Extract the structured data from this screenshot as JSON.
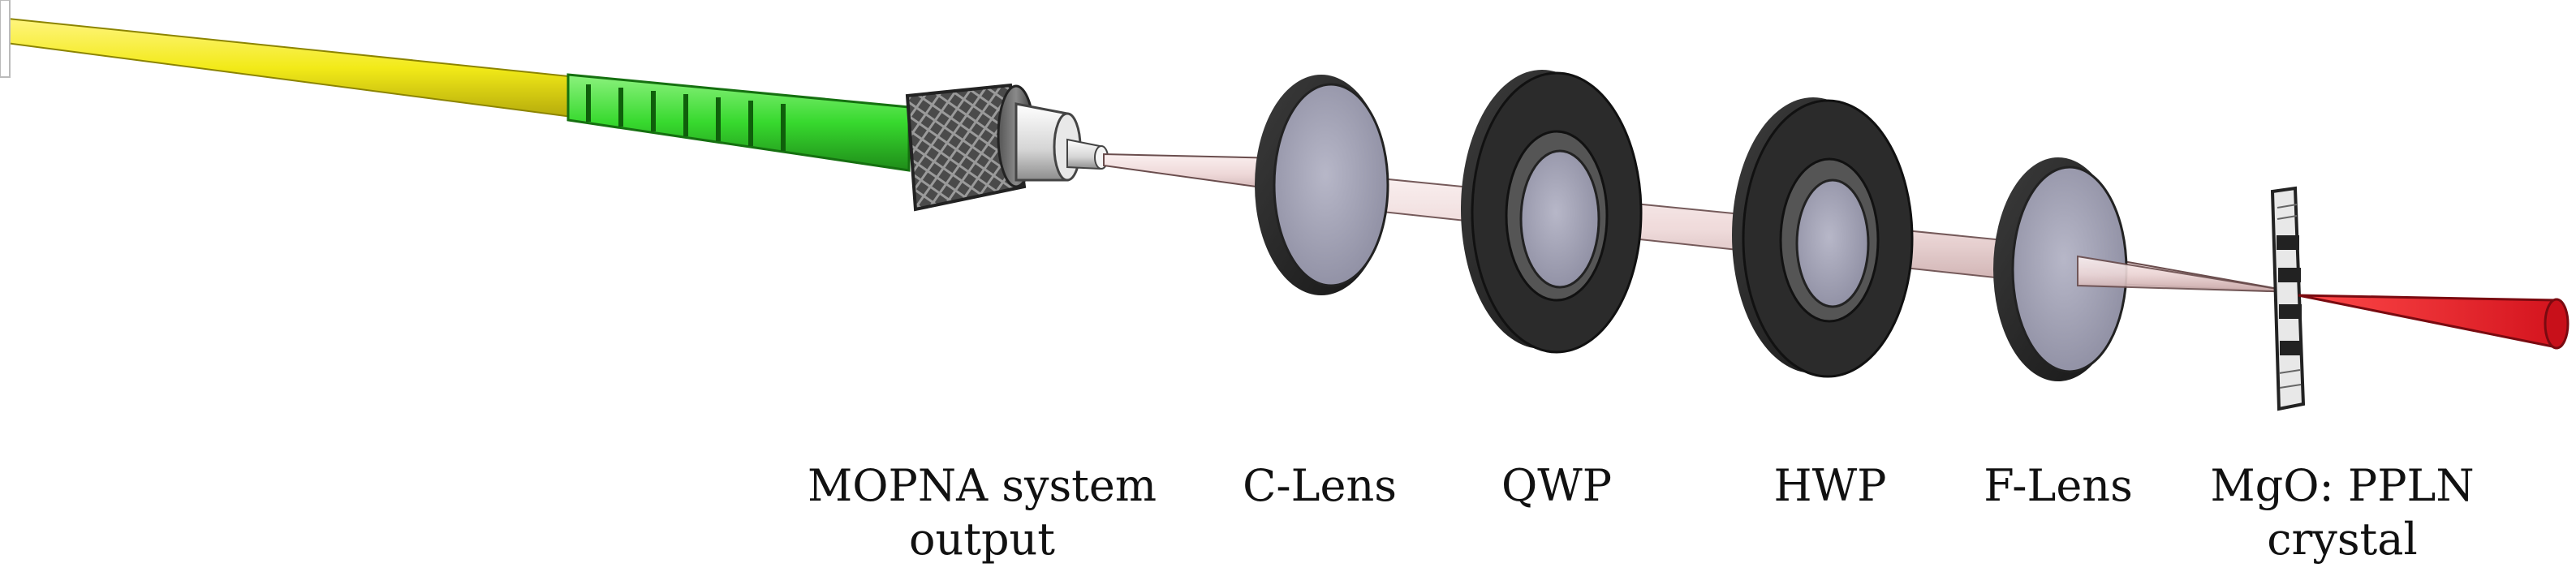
{
  "components": [
    {
      "id": "fiber",
      "lines": [
        "MOPNA system",
        "output"
      ],
      "color": "#f2ea18"
    },
    {
      "id": "c-lens",
      "lines": [
        "C-Lens"
      ],
      "color": "#9a9aac"
    },
    {
      "id": "qwp",
      "lines": [
        "QWP"
      ],
      "color": "#2e2e2e"
    },
    {
      "id": "hwp",
      "lines": [
        "HWP"
      ],
      "color": "#2e2e2e"
    },
    {
      "id": "f-lens",
      "lines": [
        "F-Lens"
      ],
      "color": "#9a9aac"
    },
    {
      "id": "crystal",
      "lines": [
        "MgO: PPLN",
        "crystal"
      ],
      "color": "#e0e0e0"
    }
  ],
  "colors": {
    "fiber_jacket": "#f2ea18",
    "connector_boot": "#37d92e",
    "ferrule": "#d9d9d9",
    "beam": "#f2dede",
    "output_beam": "#e0202a",
    "mount": "#2b2b2b",
    "lens_glass": "#a0a0b4"
  },
  "icons": [
    "fiber-connector-icon",
    "lens-mount-icon",
    "waveplate-mount-icon",
    "crystal-icon",
    "beam-icon"
  ]
}
